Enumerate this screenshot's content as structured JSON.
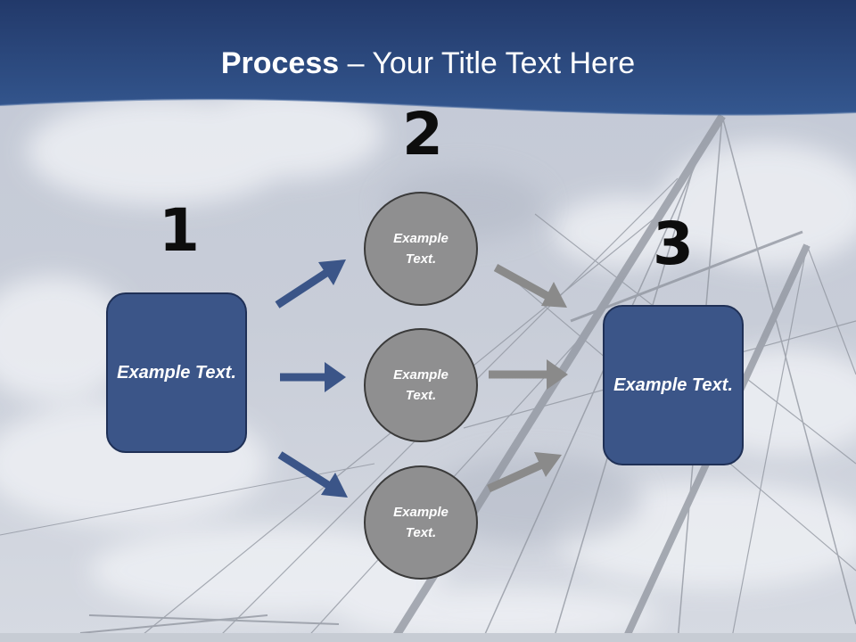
{
  "slide": {
    "title_bold": "Process",
    "title_rest": " – Your Title Text Here"
  },
  "steps": {
    "step1": {
      "number": "1",
      "text": "Example Text."
    },
    "step2": {
      "number": "2",
      "circles": [
        {
          "text": "Example Text."
        },
        {
          "text": "Example Text."
        },
        {
          "text": "Example Text."
        }
      ]
    },
    "step3": {
      "number": "3",
      "text": "Example Text."
    }
  },
  "colors": {
    "header": "#2b4a80",
    "box_fill": "#3b5588",
    "circle_fill": "#8f8f90",
    "arrow_blue": "#3b5588",
    "arrow_gray": "#8a8a8a"
  }
}
